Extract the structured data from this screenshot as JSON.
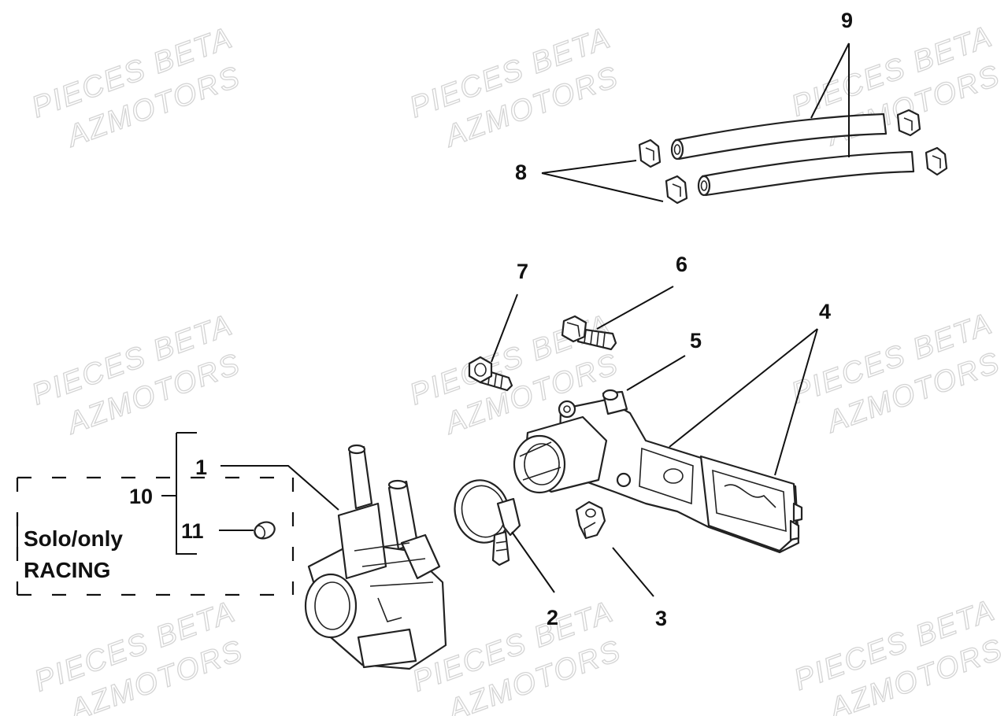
{
  "watermark": {
    "line1": "PIECES BETA",
    "line2": "AZMOTORS",
    "color": "#d4d4d4"
  },
  "callouts": {
    "c1": "1",
    "c2": "2",
    "c3": "3",
    "c4": "4",
    "c5": "5",
    "c6": "6",
    "c7": "7",
    "c8": "8",
    "c9": "9",
    "c10": "10",
    "c11": "11"
  },
  "note": {
    "line1": "Solo/only",
    "line2": "RACING"
  }
}
